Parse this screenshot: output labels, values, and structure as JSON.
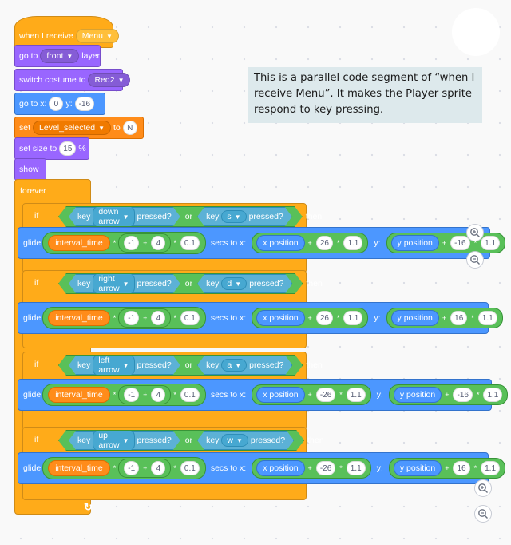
{
  "hat": {
    "label": "when I receive",
    "message": "Menu"
  },
  "goto_layer": {
    "prefix": "go to",
    "layer": "front",
    "suffix": "layer"
  },
  "switch_costume": {
    "label": "switch costume to",
    "costume": "Red2"
  },
  "goto_xy": {
    "prefix": "go to x:",
    "x": "0",
    "ylabel": "y:",
    "y": "-16"
  },
  "set_var": {
    "prefix": "set",
    "variable": "Level_selected",
    "to": "to",
    "value": "N"
  },
  "set_size": {
    "prefix": "set size to",
    "value": "15",
    "suffix": "%"
  },
  "show": {
    "label": "show"
  },
  "forever": {
    "label": "forever",
    "arrow": "↻"
  },
  "common": {
    "if": "if",
    "key": "key",
    "pressed": "pressed?",
    "or": "or",
    "then": "then",
    "glide": "glide",
    "interval": "interval_time",
    "times": "*",
    "plus": "+",
    "secs_to_x": "secs to x:",
    "y_label": "y:",
    "x_position": "x position",
    "y_position": "y position",
    "neg1": "-1",
    "four": "4",
    "pt1": "0.1",
    "scale": "1.1"
  },
  "ifs": [
    {
      "key1": "down arrow",
      "key2": "s",
      "dx": "26",
      "dy": "-16"
    },
    {
      "key1": "right arrow",
      "key2": "d",
      "dx": "26",
      "dy": "16"
    },
    {
      "key1": "left arrow",
      "key2": "a",
      "dx": "-26",
      "dy": "-16"
    },
    {
      "key1": "up arrow",
      "key2": "w",
      "dx": "-26",
      "dy": "16"
    }
  ],
  "note": {
    "text": "This is a parallel code segment of “when I receive Menu”. It makes the Player sprite respond to key pressing."
  },
  "colors": {
    "events": "#ffab19",
    "looks": "#9966ff",
    "motion": "#4c97ff",
    "variables": "#ff8c1a",
    "operators": "#59c059",
    "sensing": "#5cb1d6"
  },
  "icons": [
    "zoom-in-icon",
    "zoom-out-icon",
    "loop-arrow-icon",
    "caret-down-icon"
  ]
}
